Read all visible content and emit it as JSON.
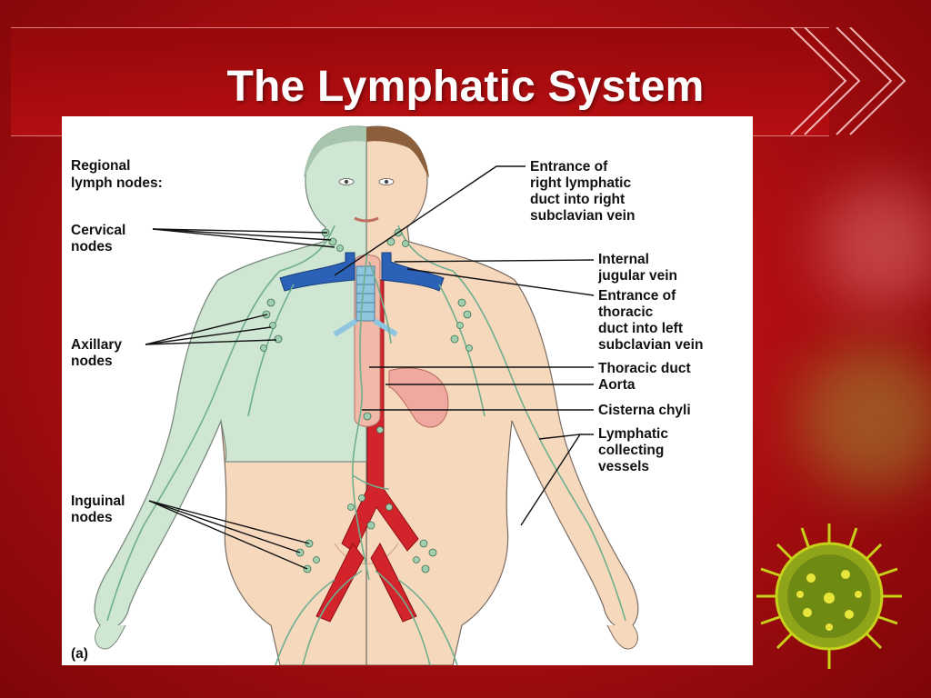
{
  "slide": {
    "title": "The Lymphatic System"
  },
  "diagram": {
    "left_heading": [
      "Regional",
      "lymph nodes:"
    ],
    "left_labels": {
      "cervical": [
        "Cervical",
        "nodes"
      ],
      "axillary": [
        "Axillary",
        "nodes"
      ],
      "inguinal": [
        "Inguinal",
        "nodes"
      ]
    },
    "right_labels": {
      "right_lymphatic_duct": [
        "Entrance of",
        "right lymphatic",
        "duct into right",
        "subclavian vein"
      ],
      "internal_jugular": [
        "Internal",
        "jugular vein"
      ],
      "thoracic_duct_entrance": [
        "Entrance of",
        "thoracic",
        "duct into left",
        "subclavian vein"
      ],
      "thoracic_duct": [
        "Thoracic duct"
      ],
      "aorta": [
        "Aorta"
      ],
      "cisterna_chyli": [
        "Cisterna chyli"
      ],
      "lymphatic_vessels": [
        "Lymphatic",
        "collecting",
        "vessels"
      ]
    },
    "panel_label": "(a)"
  },
  "colors": {
    "background_red": "#c4131a",
    "green_body": "#cfe6d3",
    "skin": "#f6d9bd",
    "vein_blue": "#2b62b8",
    "artery_red": "#d3242c",
    "lymph_green": "#6fae8e"
  }
}
